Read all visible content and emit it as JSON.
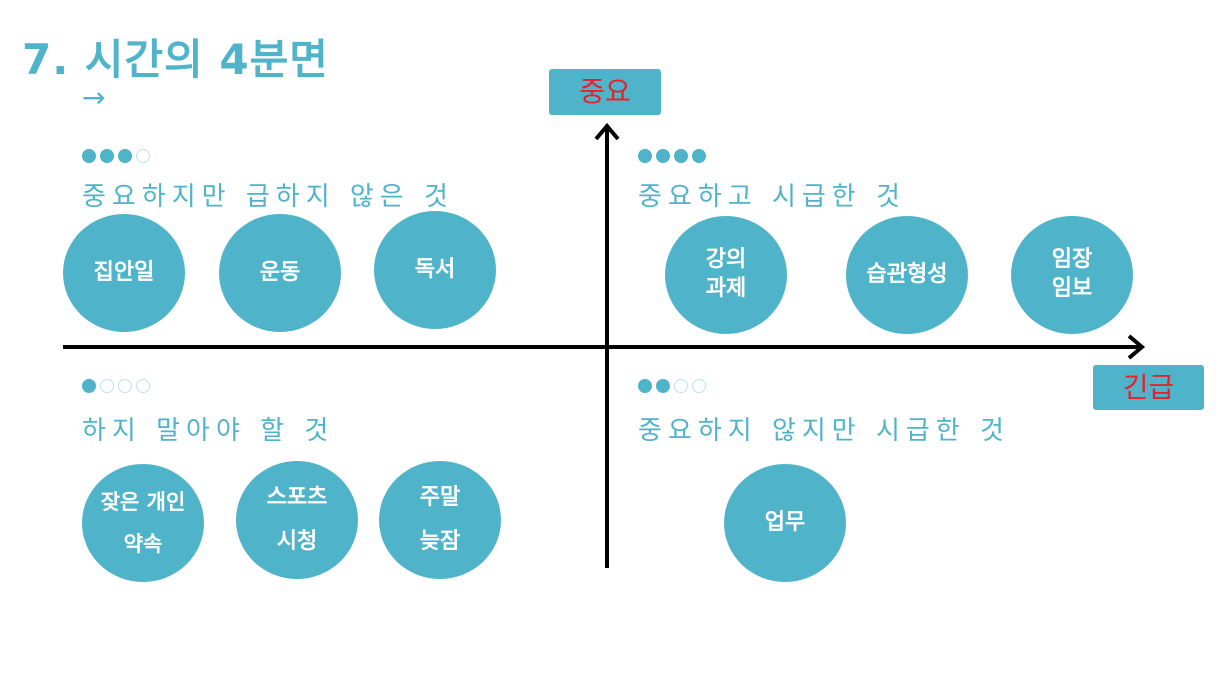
{
  "title": "7. 시간의 4분면",
  "title_arrow": "→",
  "axes": {
    "y_label": "중요",
    "x_label": "긴급",
    "box_color": "#4fb3c9",
    "label_color": "#e8202a"
  },
  "quadrants": {
    "top_left": {
      "label": "중요하지만 급하지 않은 것",
      "dots_filled": 3,
      "dots_total": 4,
      "items": [
        "집안일",
        "운동",
        "독서"
      ]
    },
    "top_right": {
      "label": "중요하고 시급한 것",
      "dots_filled": 4,
      "dots_total": 4,
      "items": [
        "강의\n과제",
        "습관형성",
        "임장\n임보"
      ]
    },
    "bottom_left": {
      "label": "하지 말아야 할 것",
      "dots_filled": 1,
      "dots_total": 4,
      "items": [
        "잦은 개인\n약속",
        "스포츠\n시청",
        "주말\n늦잠"
      ]
    },
    "bottom_right": {
      "label": "중요하지 않지만 시급한 것",
      "dots_filled": 2,
      "dots_total": 4,
      "items": [
        "업무"
      ]
    }
  },
  "accent_color": "#4fb3c9"
}
